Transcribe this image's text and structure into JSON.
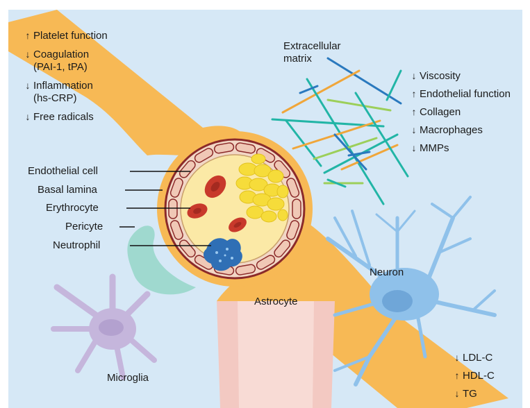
{
  "colors": {
    "background": "#d6e8f6",
    "astrocyte": "#f7b955",
    "vessel_wall": "#f2d7c6",
    "lumen": "#fbe9a6",
    "erythrocyte": "#c8392b",
    "platelets": "#f6dc3a",
    "neutrophil": "#2f6fb5",
    "pericyte": "#9fd9cf",
    "neuron": "#8fc1ea",
    "microglia": "#c5b6dc",
    "ecm_orange": "#f0a63a",
    "ecm_teal": "#22b5a6",
    "ecm_blue": "#2a79be",
    "ecm_green": "#9ccf5a"
  },
  "left_effects": [
    {
      "arrow": "up",
      "text": "Platelet function",
      "sub": ""
    },
    {
      "arrow": "down",
      "text": "Coagulation",
      "sub": "(PAI-1, tPA)"
    },
    {
      "arrow": "down",
      "text": "Inflammation",
      "sub": "(hs-CRP)"
    },
    {
      "arrow": "down",
      "text": "Free radicals",
      "sub": ""
    }
  ],
  "ecm_label": {
    "line1": "Extracellular",
    "line2": "matrix"
  },
  "right_effects": [
    {
      "arrow": "down",
      "text": "Viscosity"
    },
    {
      "arrow": "up",
      "text": "Endothelial function"
    },
    {
      "arrow": "up",
      "text": "Collagen"
    },
    {
      "arrow": "down",
      "text": "Macrophages"
    },
    {
      "arrow": "down",
      "text": "MMPs"
    }
  ],
  "vessel_labels": [
    "Endothelial cell",
    "Basal lamina",
    "Erythrocyte",
    "Pericyte",
    "Neutrophil"
  ],
  "cell_labels": {
    "neuron": "Neuron",
    "astrocyte": "Astrocyte",
    "microglia": "Microglia"
  },
  "lipid_effects": [
    {
      "arrow": "down",
      "text": "LDL-C"
    },
    {
      "arrow": "up",
      "text": "HDL-C"
    },
    {
      "arrow": "down",
      "text": "TG"
    }
  ]
}
